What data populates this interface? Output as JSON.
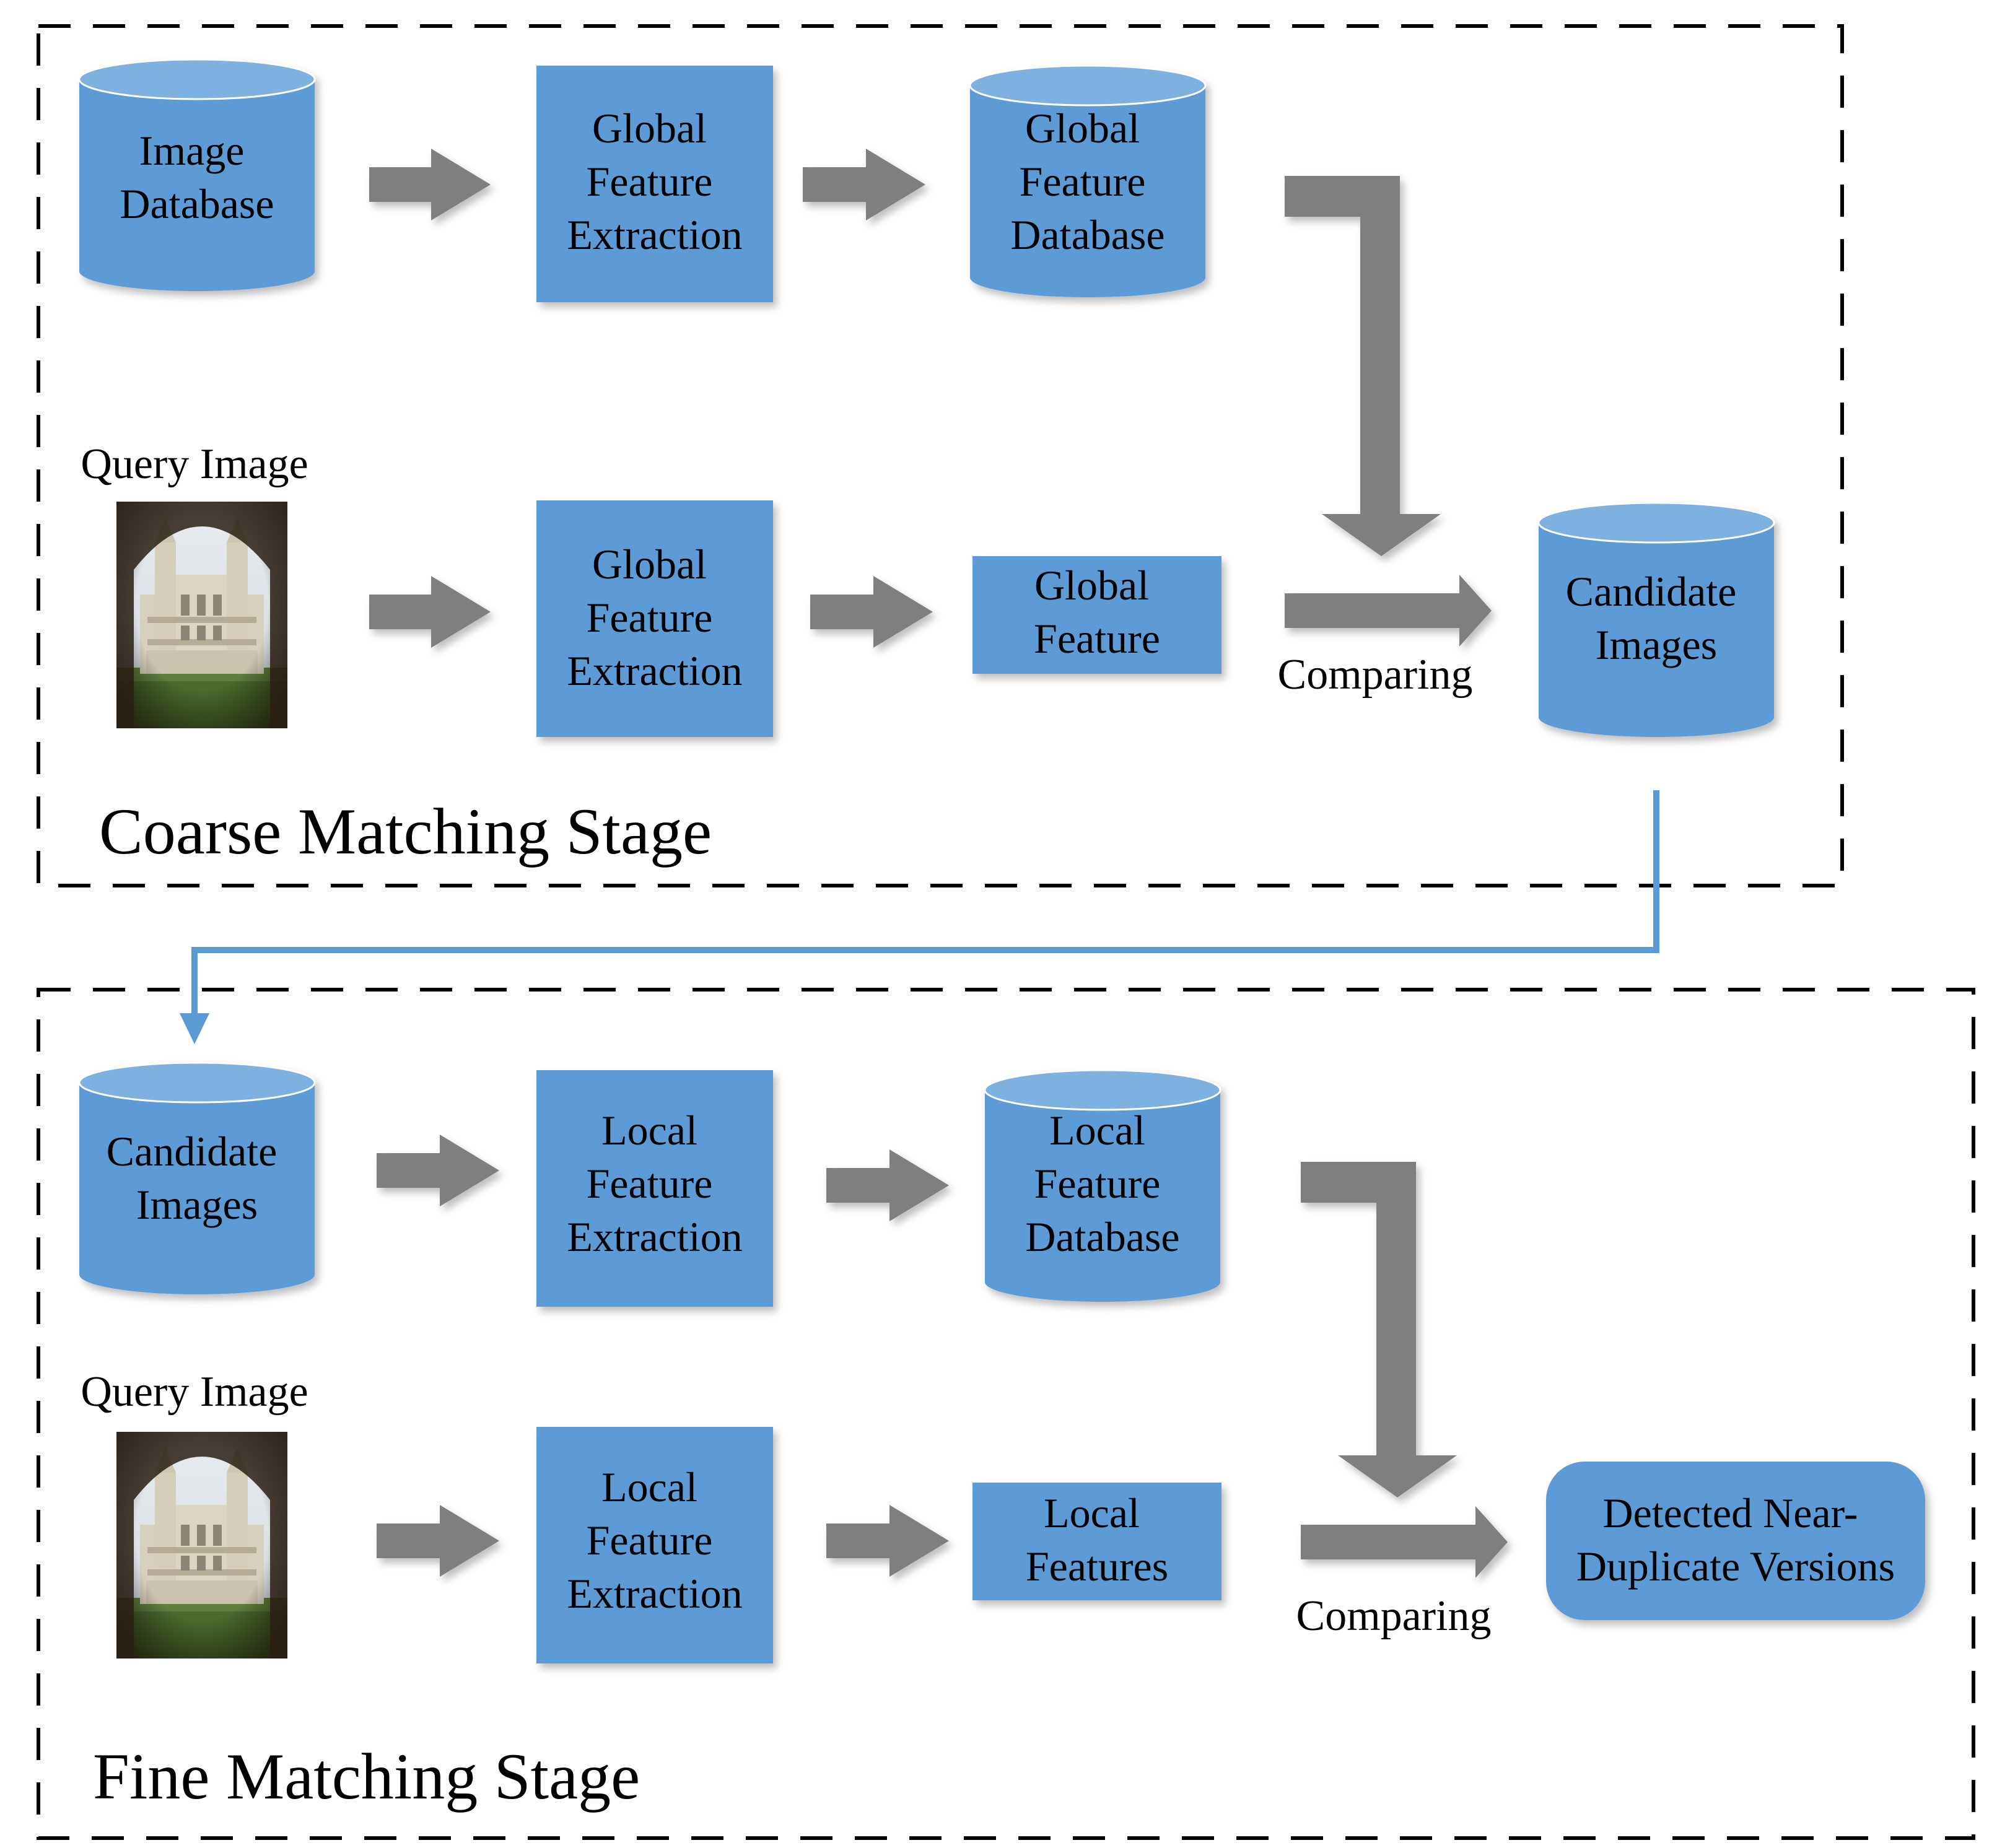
{
  "colors": {
    "node_fill": "#5b9bd5",
    "node_top": "#7db2e0",
    "arrow_fill": "#7f7f7f",
    "connector": "#5b9bd5",
    "frame": "#000000"
  },
  "coarse": {
    "title": "Coarse Matching Stage",
    "image_database": [
      "Image",
      "Database"
    ],
    "global_extraction_top": [
      "Global",
      "Feature",
      "Extraction"
    ],
    "global_feature_database": [
      "Global",
      "Feature",
      "Database"
    ],
    "query_label": "Query Image",
    "global_extraction_bottom": [
      "Global",
      "Feature",
      "Extraction"
    ],
    "global_feature": [
      "Global",
      "Feature"
    ],
    "comparing_label": "Comparing",
    "candidate_images": [
      "Candidate",
      "Images"
    ]
  },
  "fine": {
    "title": "Fine Matching Stage",
    "candidate_images": [
      "Candidate",
      "Images"
    ],
    "local_extraction_top": [
      "Local",
      "Feature",
      "Extraction"
    ],
    "local_feature_database": [
      "Local",
      "Feature",
      "Database"
    ],
    "query_label": "Query Image",
    "local_extraction_bottom": [
      "Local",
      "Feature",
      "Extraction"
    ],
    "local_features": [
      "Local",
      "Features"
    ],
    "comparing_label": "Comparing",
    "result": [
      "Detected Near-",
      "Duplicate Versions"
    ]
  },
  "icons": {
    "query_thumbnail": "building-photo-icon"
  }
}
